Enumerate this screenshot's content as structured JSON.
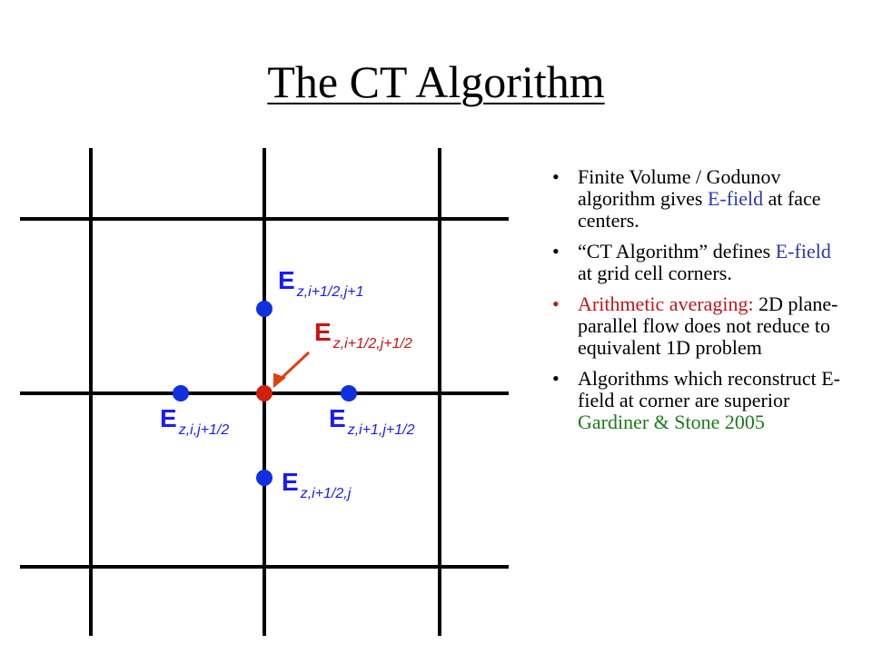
{
  "title": "The CT Algorithm",
  "labels": {
    "top": {
      "main": "E",
      "sub": "z,i+1/2,j+1"
    },
    "center": {
      "main": "E",
      "sub": "z,i+1/2,j+1/2"
    },
    "left": {
      "main": "E",
      "sub": "z,i,j+1/2"
    },
    "right": {
      "main": "E",
      "sub": "z,i+1,j+1/2"
    },
    "bottom": {
      "main": "E",
      "sub": "z,i+1/2,j"
    }
  },
  "bullets": [
    {
      "a": "Finite Volume / Godunov algorithm gives ",
      "b": "E-field",
      "c": " at face centers."
    },
    {
      "a": "“CT Algorithm” defines ",
      "b": "E-field",
      "c": " at grid cell corners."
    },
    {
      "a": "Arithmetic averaging: ",
      "b": "2D plane-parallel flow does not reduce to equivalent 1D problem"
    },
    {
      "a": "Algorithms which reconstruct E-field at corner are superior ",
      "b": "Gardiner & Stone 2005"
    }
  ],
  "colors": {
    "point_blue": "#1030e0",
    "point_red": "#d02010",
    "arrow": "#e04010"
  }
}
